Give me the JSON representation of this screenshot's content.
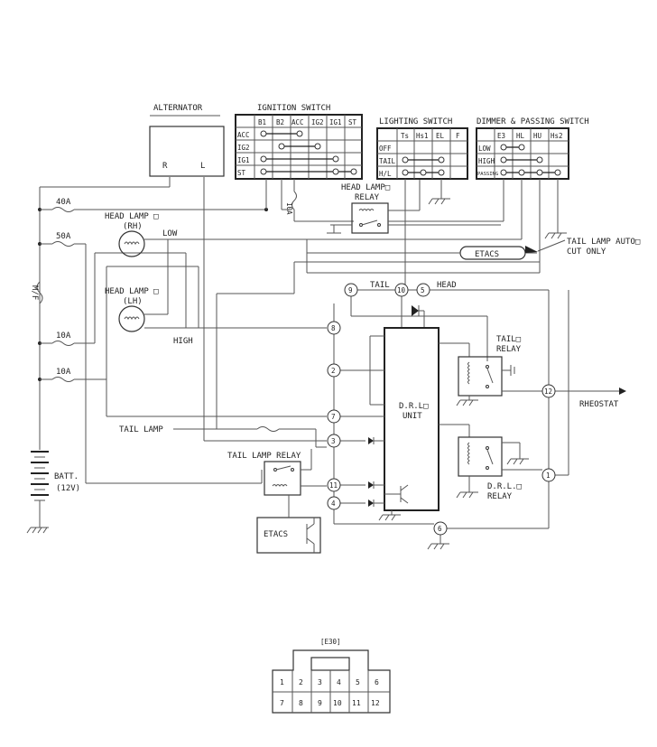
{
  "labels": {
    "alternator": "ALTERNATOR",
    "alt_r": "R",
    "alt_l": "L",
    "ignition_switch": "IGNITION SWITCH",
    "lighting_switch": "LIGHTING SWITCH",
    "dimmer_switch": "DIMMER & PASSING SWITCH",
    "headlamp_relay_1": "HEAD LAMP□",
    "headlamp_relay_2": "RELAY",
    "fuse_40a": "40A",
    "fuse_50a": "50A",
    "fuse_10a_1": "10A",
    "fuse_10a_2": "10A",
    "fuse_10a_v": "10A",
    "fuse_m": "M/F",
    "headlamp_rh_1": "HEAD LAMP □",
    "headlamp_rh_2": "(RH)",
    "headlamp_lh_1": "HEAD LAMP □",
    "headlamp_lh_2": "(LH)",
    "low": "LOW",
    "high": "HIGH",
    "tail_lamp": "TAIL LAMP",
    "tail_lamp_relay": "TAIL LAMP RELAY",
    "batt_1": "BATT.",
    "batt_2": "(12V)",
    "etacs": "ETACS",
    "tail_auto_1": "TAIL LAMP AUTO□",
    "tail_auto_2": "CUT ONLY",
    "tail": "TAIL",
    "head": "HEAD",
    "drl_unit_1": "D.R.L□",
    "drl_unit_2": "UNIT",
    "tail_relay_1": "TAIL□",
    "tail_relay_2": "RELAY",
    "drl_relay_1": "D.R.L.□",
    "drl_relay_2": "RELAY",
    "rheostat": "RHEOSTAT",
    "connector_name": "[E30]"
  },
  "ignition_table": {
    "headers": [
      "B1",
      "B2",
      "ACC",
      "IG2",
      "IG1",
      "ST"
    ],
    "rows": [
      "ACC",
      "IG2",
      "IG1",
      "ST"
    ]
  },
  "lighting_table": {
    "headers": [
      "Ts",
      "Hs1",
      "EL",
      "F"
    ],
    "rows": [
      "OFF",
      "TAIL",
      "H/L"
    ]
  },
  "dimmer_table": {
    "headers": [
      "E3",
      "HL",
      "HU",
      "Hs2"
    ],
    "rows": [
      "LOW",
      "HIGH",
      "PASSING"
    ]
  },
  "nodes": [
    "9",
    "10",
    "5",
    "8",
    "2",
    "7",
    "3",
    "11",
    "4",
    "12",
    "1",
    "6"
  ],
  "connector_pins": {
    "top": [
      "1",
      "2",
      "3",
      "4",
      "5",
      "6"
    ],
    "bottom": [
      "7",
      "8",
      "9",
      "10",
      "11",
      "12"
    ]
  }
}
